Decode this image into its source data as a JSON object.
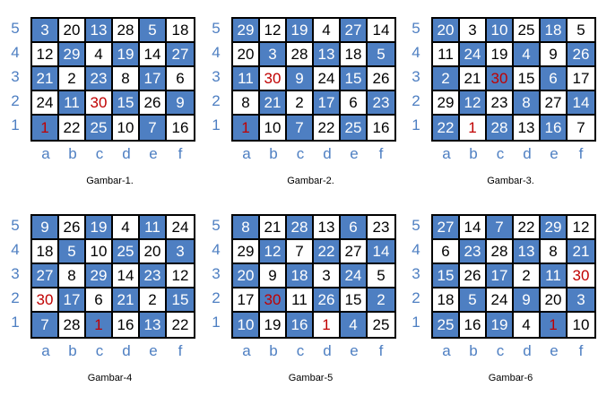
{
  "row_labels": [
    "5",
    "4",
    "3",
    "2",
    "1"
  ],
  "col_labels": [
    "a",
    "b",
    "c",
    "d",
    "e",
    "f"
  ],
  "colors": {
    "blue": "#4e7fc2",
    "red": "#c00000"
  },
  "boards": [
    {
      "caption": "Gambar-1.",
      "cells": [
        [
          {
            "v": "3",
            "s": "b"
          },
          {
            "v": "20",
            "s": "w"
          },
          {
            "v": "13",
            "s": "b"
          },
          {
            "v": "28",
            "s": "w"
          },
          {
            "v": "5",
            "s": "b"
          },
          {
            "v": "18",
            "s": "w"
          }
        ],
        [
          {
            "v": "12",
            "s": "w"
          },
          {
            "v": "29",
            "s": "b"
          },
          {
            "v": "4",
            "s": "w"
          },
          {
            "v": "19",
            "s": "b"
          },
          {
            "v": "14",
            "s": "w"
          },
          {
            "v": "27",
            "s": "b"
          }
        ],
        [
          {
            "v": "21",
            "s": "b"
          },
          {
            "v": "2",
            "s": "w"
          },
          {
            "v": "23",
            "s": "b"
          },
          {
            "v": "8",
            "s": "w"
          },
          {
            "v": "17",
            "s": "b"
          },
          {
            "v": "6",
            "s": "w"
          }
        ],
        [
          {
            "v": "24",
            "s": "w"
          },
          {
            "v": "11",
            "s": "b"
          },
          {
            "v": "30",
            "s": "r"
          },
          {
            "v": "15",
            "s": "b"
          },
          {
            "v": "26",
            "s": "w"
          },
          {
            "v": "9",
            "s": "b"
          }
        ],
        [
          {
            "v": "1",
            "s": "br"
          },
          {
            "v": "22",
            "s": "w"
          },
          {
            "v": "25",
            "s": "b"
          },
          {
            "v": "10",
            "s": "w"
          },
          {
            "v": "7",
            "s": "b"
          },
          {
            "v": "16",
            "s": "w"
          }
        ]
      ]
    },
    {
      "caption": "Gambar-2.",
      "cells": [
        [
          {
            "v": "29",
            "s": "b"
          },
          {
            "v": "12",
            "s": "w"
          },
          {
            "v": "19",
            "s": "b"
          },
          {
            "v": "4",
            "s": "w"
          },
          {
            "v": "27",
            "s": "b"
          },
          {
            "v": "14",
            "s": "w"
          }
        ],
        [
          {
            "v": "20",
            "s": "w"
          },
          {
            "v": "3",
            "s": "b"
          },
          {
            "v": "28",
            "s": "w"
          },
          {
            "v": "13",
            "s": "b"
          },
          {
            "v": "18",
            "s": "w"
          },
          {
            "v": "5",
            "s": "b"
          }
        ],
        [
          {
            "v": "11",
            "s": "b"
          },
          {
            "v": "30",
            "s": "r"
          },
          {
            "v": "9",
            "s": "b"
          },
          {
            "v": "24",
            "s": "w"
          },
          {
            "v": "15",
            "s": "b"
          },
          {
            "v": "26",
            "s": "w"
          }
        ],
        [
          {
            "v": "8",
            "s": "w"
          },
          {
            "v": "21",
            "s": "b"
          },
          {
            "v": "2",
            "s": "w"
          },
          {
            "v": "17",
            "s": "b"
          },
          {
            "v": "6",
            "s": "w"
          },
          {
            "v": "23",
            "s": "b"
          }
        ],
        [
          {
            "v": "1",
            "s": "br"
          },
          {
            "v": "10",
            "s": "w"
          },
          {
            "v": "7",
            "s": "b"
          },
          {
            "v": "22",
            "s": "w"
          },
          {
            "v": "25",
            "s": "b"
          },
          {
            "v": "16",
            "s": "w"
          }
        ]
      ]
    },
    {
      "caption": "Gambar-3.",
      "cells": [
        [
          {
            "v": "20",
            "s": "b"
          },
          {
            "v": "3",
            "s": "w"
          },
          {
            "v": "10",
            "s": "b"
          },
          {
            "v": "25",
            "s": "w"
          },
          {
            "v": "18",
            "s": "b"
          },
          {
            "v": "5",
            "s": "w"
          }
        ],
        [
          {
            "v": "11",
            "s": "w"
          },
          {
            "v": "24",
            "s": "b"
          },
          {
            "v": "19",
            "s": "w"
          },
          {
            "v": "4",
            "s": "b"
          },
          {
            "v": "9",
            "s": "w"
          },
          {
            "v": "26",
            "s": "b"
          }
        ],
        [
          {
            "v": "2",
            "s": "b"
          },
          {
            "v": "21",
            "s": "w"
          },
          {
            "v": "30",
            "s": "br"
          },
          {
            "v": "15",
            "s": "w"
          },
          {
            "v": "6",
            "s": "b"
          },
          {
            "v": "17",
            "s": "w"
          }
        ],
        [
          {
            "v": "29",
            "s": "w"
          },
          {
            "v": "12",
            "s": "b"
          },
          {
            "v": "23",
            "s": "w"
          },
          {
            "v": "8",
            "s": "b"
          },
          {
            "v": "27",
            "s": "w"
          },
          {
            "v": "14",
            "s": "b"
          }
        ],
        [
          {
            "v": "22",
            "s": "b"
          },
          {
            "v": "1",
            "s": "r"
          },
          {
            "v": "28",
            "s": "b"
          },
          {
            "v": "13",
            "s": "w"
          },
          {
            "v": "16",
            "s": "b"
          },
          {
            "v": "7",
            "s": "w"
          }
        ]
      ]
    },
    {
      "caption": "Gambar-4",
      "cells": [
        [
          {
            "v": "9",
            "s": "b"
          },
          {
            "v": "26",
            "s": "w"
          },
          {
            "v": "19",
            "s": "b"
          },
          {
            "v": "4",
            "s": "w"
          },
          {
            "v": "11",
            "s": "b"
          },
          {
            "v": "24",
            "s": "w"
          }
        ],
        [
          {
            "v": "18",
            "s": "w"
          },
          {
            "v": "5",
            "s": "b"
          },
          {
            "v": "10",
            "s": "w"
          },
          {
            "v": "25",
            "s": "b"
          },
          {
            "v": "20",
            "s": "w"
          },
          {
            "v": "3",
            "s": "b"
          }
        ],
        [
          {
            "v": "27",
            "s": "b"
          },
          {
            "v": "8",
            "s": "w"
          },
          {
            "v": "29",
            "s": "b"
          },
          {
            "v": "14",
            "s": "w"
          },
          {
            "v": "23",
            "s": "b"
          },
          {
            "v": "12",
            "s": "w"
          }
        ],
        [
          {
            "v": "30",
            "s": "r"
          },
          {
            "v": "17",
            "s": "b"
          },
          {
            "v": "6",
            "s": "w"
          },
          {
            "v": "21",
            "s": "b"
          },
          {
            "v": "2",
            "s": "w"
          },
          {
            "v": "15",
            "s": "b"
          }
        ],
        [
          {
            "v": "7",
            "s": "b"
          },
          {
            "v": "28",
            "s": "w"
          },
          {
            "v": "1",
            "s": "br"
          },
          {
            "v": "16",
            "s": "w"
          },
          {
            "v": "13",
            "s": "b"
          },
          {
            "v": "22",
            "s": "w"
          }
        ]
      ]
    },
    {
      "caption": "Gambar-5",
      "cells": [
        [
          {
            "v": "8",
            "s": "b"
          },
          {
            "v": "21",
            "s": "w"
          },
          {
            "v": "28",
            "s": "b"
          },
          {
            "v": "13",
            "s": "w"
          },
          {
            "v": "6",
            "s": "b"
          },
          {
            "v": "23",
            "s": "w"
          }
        ],
        [
          {
            "v": "29",
            "s": "w"
          },
          {
            "v": "12",
            "s": "b"
          },
          {
            "v": "7",
            "s": "w"
          },
          {
            "v": "22",
            "s": "b"
          },
          {
            "v": "27",
            "s": "w"
          },
          {
            "v": "14",
            "s": "b"
          }
        ],
        [
          {
            "v": "20",
            "s": "b"
          },
          {
            "v": "9",
            "s": "w"
          },
          {
            "v": "18",
            "s": "b"
          },
          {
            "v": "3",
            "s": "w"
          },
          {
            "v": "24",
            "s": "b"
          },
          {
            "v": "5",
            "s": "w"
          }
        ],
        [
          {
            "v": "17",
            "s": "w"
          },
          {
            "v": "30",
            "s": "br"
          },
          {
            "v": "11",
            "s": "w"
          },
          {
            "v": "26",
            "s": "b"
          },
          {
            "v": "15",
            "s": "w"
          },
          {
            "v": "2",
            "s": "b"
          }
        ],
        [
          {
            "v": "10",
            "s": "b"
          },
          {
            "v": "19",
            "s": "w"
          },
          {
            "v": "16",
            "s": "b"
          },
          {
            "v": "1",
            "s": "r"
          },
          {
            "v": "4",
            "s": "b"
          },
          {
            "v": "25",
            "s": "w"
          }
        ]
      ]
    },
    {
      "caption": "Gambar-6",
      "cells": [
        [
          {
            "v": "27",
            "s": "b"
          },
          {
            "v": "14",
            "s": "w"
          },
          {
            "v": "7",
            "s": "b"
          },
          {
            "v": "22",
            "s": "w"
          },
          {
            "v": "29",
            "s": "b"
          },
          {
            "v": "12",
            "s": "w"
          }
        ],
        [
          {
            "v": "6",
            "s": "w"
          },
          {
            "v": "23",
            "s": "b"
          },
          {
            "v": "28",
            "s": "w"
          },
          {
            "v": "13",
            "s": "b"
          },
          {
            "v": "8",
            "s": "w"
          },
          {
            "v": "21",
            "s": "b"
          }
        ],
        [
          {
            "v": "15",
            "s": "b"
          },
          {
            "v": "26",
            "s": "w"
          },
          {
            "v": "17",
            "s": "b"
          },
          {
            "v": "2",
            "s": "w"
          },
          {
            "v": "11",
            "s": "b"
          },
          {
            "v": "30",
            "s": "r"
          }
        ],
        [
          {
            "v": "18",
            "s": "w"
          },
          {
            "v": "5",
            "s": "b"
          },
          {
            "v": "24",
            "s": "w"
          },
          {
            "v": "9",
            "s": "b"
          },
          {
            "v": "20",
            "s": "w"
          },
          {
            "v": "3",
            "s": "b"
          }
        ],
        [
          {
            "v": "25",
            "s": "b"
          },
          {
            "v": "16",
            "s": "w"
          },
          {
            "v": "19",
            "s": "b"
          },
          {
            "v": "4",
            "s": "w"
          },
          {
            "v": "1",
            "s": "br"
          },
          {
            "v": "10",
            "s": "w"
          }
        ]
      ]
    }
  ]
}
